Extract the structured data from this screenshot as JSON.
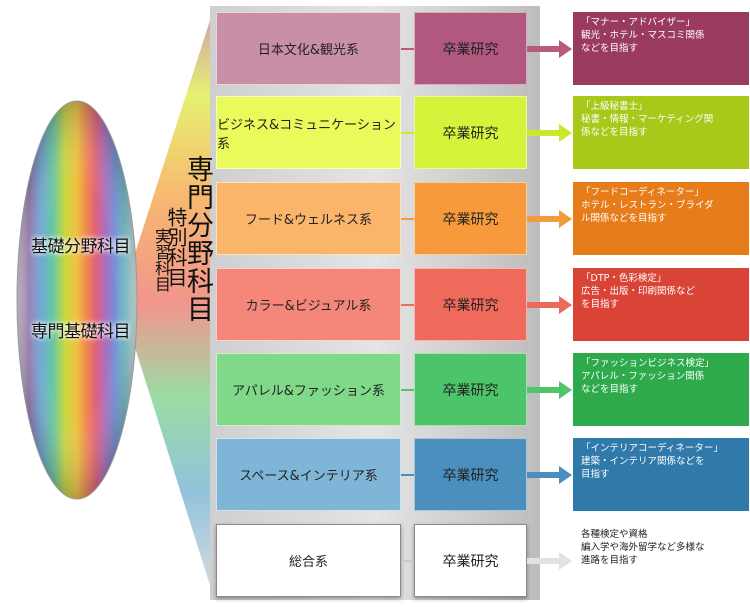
{
  "left_oval": {
    "label1": "基礎分野科目",
    "label2": "専門基礎科目"
  },
  "vertical_labels": {
    "main": "専門分野科目",
    "middle": "特別科目",
    "inner": "実習科目"
  },
  "rows": [
    {
      "course": "日本文化&観光系",
      "study": "卒業研究",
      "goal_lines": [
        "「マナー・アドバイザー」",
        "観光・ホテル・マスコミ関係",
        "などを目指す"
      ],
      "course_color": "#c98fa9",
      "study_color": "#b0587e",
      "goal_color": "#9a3a5f",
      "arrow_color": "#b85a80"
    },
    {
      "course": "ビジネス&コミュニケーション系",
      "study": "卒業研究",
      "goal_lines": [
        "「上級秘書士」",
        "秘書・情報・マーケティング関",
        "係などを目指す"
      ],
      "course_color": "#e9fb5a",
      "study_color": "#d7f23a",
      "goal_color": "#a8c81a",
      "arrow_color": "#c8ea2c"
    },
    {
      "course": "フード&ウェルネス系",
      "study": "卒業研究",
      "goal_lines": [
        "「フードコーディネーター」",
        "ホテル・レストラン・ブライダ",
        "ル関係などを目指す"
      ],
      "course_color": "#fbb56a",
      "study_color": "#f79a3b",
      "goal_color": "#e67d1a",
      "arrow_color": "#f29a3c"
    },
    {
      "course": "カラー&ビジュアル系",
      "study": "卒業研究",
      "goal_lines": [
        "「DTP・色彩検定」",
        "広告・出版・印刷関係など",
        "を目指す"
      ],
      "course_color": "#f4877a",
      "study_color": "#ef6a5a",
      "goal_color": "#d94437",
      "arrow_color": "#ec6a5c"
    },
    {
      "course": "アパレル&ファッション系",
      "study": "卒業研究",
      "goal_lines": [
        "「ファッションビジネス検定」",
        "アパレル・ファッション関係",
        "などを目指す"
      ],
      "course_color": "#7fd988",
      "study_color": "#4ec46a",
      "goal_color": "#2eaa4c",
      "arrow_color": "#4fc46a"
    },
    {
      "course": "スペース&インテリア系",
      "study": "卒業研究",
      "goal_lines": [
        "「インテリアコーディネーター」",
        "建築・インテリア関係などを",
        "目指す"
      ],
      "course_color": "#7fb6d8",
      "study_color": "#4a8fbd",
      "goal_color": "#2f79ab",
      "arrow_color": "#4a8fbd"
    },
    {
      "course": "総合系",
      "study": "卒業研究",
      "goal_lines": [
        "各種検定や資格",
        "編入学や海外留学など多様な",
        "進路を目指す"
      ],
      "course_color": "#ffffff",
      "study_color": "#ffffff",
      "goal_color": "#ffffff",
      "arrow_color": "#e2e2e2"
    }
  ]
}
